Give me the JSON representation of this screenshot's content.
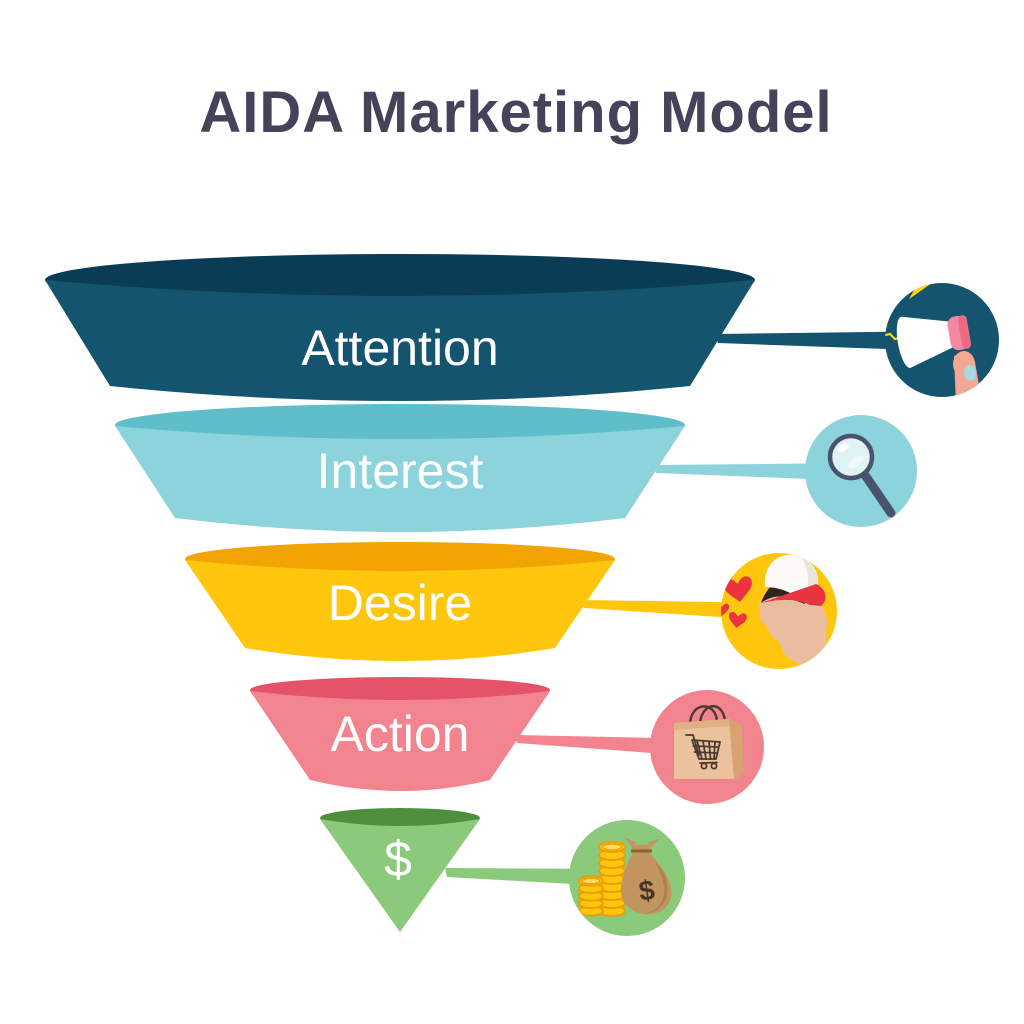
{
  "title": "AIDA Marketing Model",
  "colors": {
    "background": "#FFFFFF",
    "title": "#46425A",
    "label_text": "#FFFFFF"
  },
  "funnel": {
    "stages": [
      {
        "label": "Attention",
        "color": "#15546F",
        "top_color": "#0B3C55",
        "icon": "megaphone-icon"
      },
      {
        "label": "Interest",
        "color": "#8DD3DB",
        "top_color": "#5FBEC9",
        "icon": "magnifying-glass-icon"
      },
      {
        "label": "Desire",
        "color": "#FEC70D",
        "top_color": "#F2A402",
        "icon": "head-with-hearts-icon"
      },
      {
        "label": "Action",
        "color": "#F2848F",
        "top_color": "#E4536A",
        "icon": "shopping-bag-cart-icon"
      },
      {
        "label": "$",
        "color": "#8BC97B",
        "top_color": "#4E8E3C",
        "icon": "money-coins-bag-icon"
      }
    ]
  },
  "icons": {
    "money_bag_symbol": "$"
  }
}
